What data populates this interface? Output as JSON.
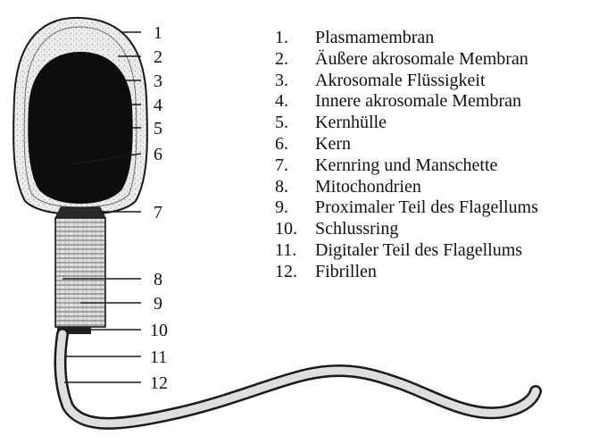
{
  "diagram": {
    "callout_numbers": [
      "1",
      "2",
      "3",
      "4",
      "5",
      "6",
      "7",
      "8",
      "9",
      "10",
      "11",
      "12"
    ],
    "legend": [
      {
        "num": "1.",
        "text": "Plasmamembran"
      },
      {
        "num": "2.",
        "text": "Äußere akrosomale Membran"
      },
      {
        "num": "3.",
        "text": "Akrosomale Flüssigkeit"
      },
      {
        "num": "4.",
        "text": "Innere akrosomale Membran"
      },
      {
        "num": "5.",
        "text": "Kernhülle"
      },
      {
        "num": "6.",
        "text": "Kern"
      },
      {
        "num": "7.",
        "text": "Kernring und Manschette"
      },
      {
        "num": "8.",
        "text": "Mitochondrien"
      },
      {
        "num": "9.",
        "text": "Proximaler Teil des Flagellums"
      },
      {
        "num": "10.",
        "text": "Schlussring"
      },
      {
        "num": "11.",
        "text": "Digitaler Teil des Flagellums"
      },
      {
        "num": "12.",
        "text": "Fibrillen"
      }
    ],
    "colors": {
      "nucleus": "#0d0d0d",
      "head_fill": "#e9e9e9",
      "outline": "#1a1a1a",
      "midpiece": "#d8d8d8"
    }
  }
}
